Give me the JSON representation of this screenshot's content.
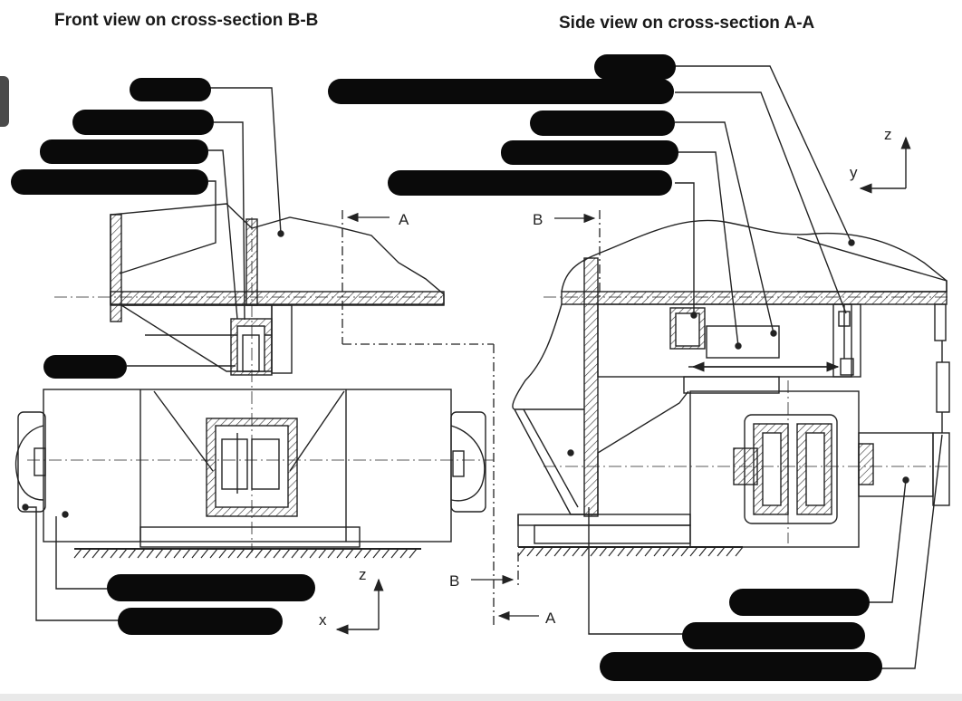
{
  "titles": {
    "front": "Front view on cross-section B-B",
    "side": "Side view on cross-section A-A"
  },
  "section_markers": {
    "a_top": "A",
    "b_top": "B",
    "b_bottom": "B",
    "a_bottom": "A"
  },
  "axes": {
    "front_vertical": "z",
    "front_horizontal": "x",
    "side_vertical": "z",
    "side_horizontal": "y"
  },
  "colors": {
    "line": "#222222",
    "redaction": "#0a0a0a",
    "hatch": "#333333"
  }
}
